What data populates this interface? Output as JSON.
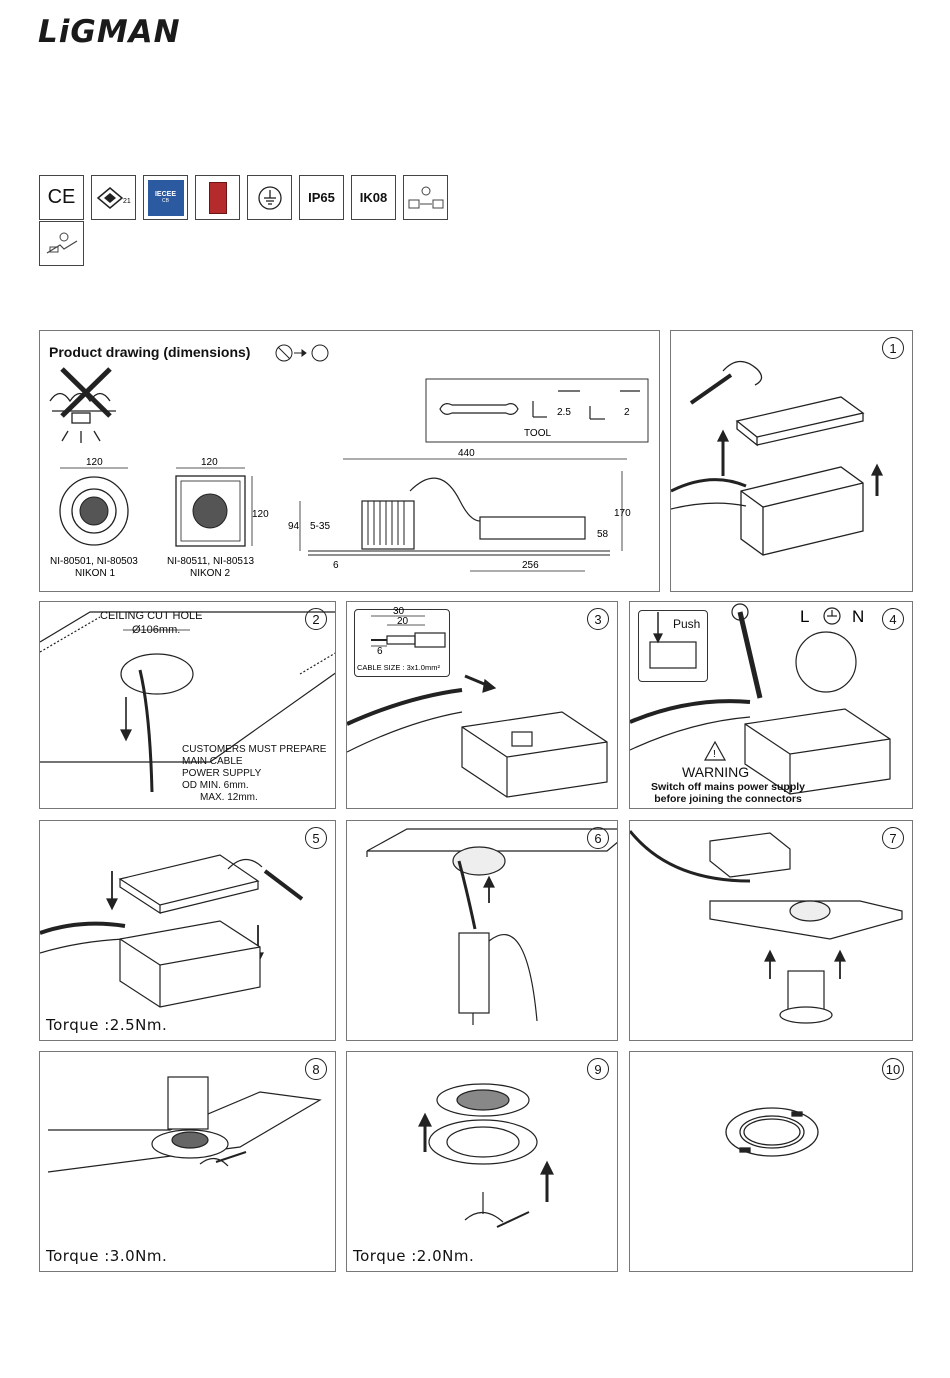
{
  "brand": {
    "logo_text": "LiGMAN"
  },
  "certifications": [
    {
      "icon": "ce-mark-icon",
      "label": "CE"
    },
    {
      "icon": "k21-mark-icon",
      "label": "21"
    },
    {
      "icon": "iecee-cb-scheme-icon",
      "label": "IECEE"
    },
    {
      "icon": "intertek-mark-icon",
      "label": ""
    },
    {
      "icon": "earth-ground-icon",
      "label": ""
    },
    {
      "icon": "ip-rating-badge",
      "label": "IP65"
    },
    {
      "icon": "ik-rating-badge",
      "label": "IK08"
    },
    {
      "icon": "driver-connection-icon",
      "label": ""
    },
    {
      "icon": "cable-connection-icon",
      "label": ""
    }
  ],
  "product_drawing": {
    "title": "Product drawing (dimensions)",
    "tool_label": "TOOL",
    "tool_sizes": [
      "2.5",
      "2"
    ],
    "model1": {
      "width": "120",
      "codes": "NI-80501, NI-80503",
      "name": "NIKON 1"
    },
    "model2": {
      "width": "120",
      "height": "120",
      "codes": "NI-80511, NI-80513",
      "name": "NIKON 2"
    },
    "side_view": {
      "total_length": "440",
      "height_total": "170",
      "height_body": "94",
      "recess": "5-35",
      "driver_height": "58",
      "bottom": "6",
      "driver_length": "256"
    }
  },
  "steps": [
    {
      "number": "1"
    },
    {
      "number": "2",
      "heading": "CEILING CUT HOLE",
      "hole": "Ø106mm.",
      "notes": [
        "CUSTOMERS MUST PREPARE",
        "MAIN CABLE",
        "POWER SUPPLY",
        "OD MIN. 6mm.",
        "MAX. 12mm."
      ]
    },
    {
      "number": "3",
      "strip": [
        "30",
        "20",
        "6"
      ],
      "cable_size": "CABLE SIZE : 3x1.0mm²"
    },
    {
      "number": "4",
      "push_label": "Push",
      "terminals": [
        "L",
        "N"
      ],
      "warning_title": "WARNING",
      "warning_lines": [
        "Switch off mains power supply",
        "before joining the connectors"
      ]
    },
    {
      "number": "5",
      "torque": "Torque :2.5Nm."
    },
    {
      "number": "6"
    },
    {
      "number": "7"
    },
    {
      "number": "8",
      "torque": "Torque :3.0Nm."
    },
    {
      "number": "9",
      "torque": "Torque :2.0Nm."
    },
    {
      "number": "10"
    }
  ]
}
